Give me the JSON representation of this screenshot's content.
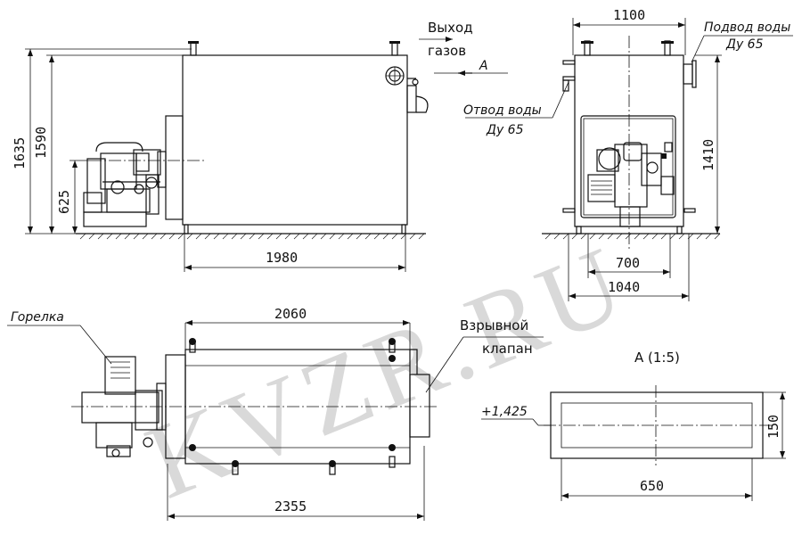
{
  "watermark": "KVZR.RU",
  "labels": {
    "gas_outlet_line1": "Выход",
    "gas_outlet_line2": "газов",
    "section_mark": "A",
    "water_inlet_line1": "Подвод воды",
    "water_inlet_line2": "Ду 65",
    "water_outlet_line1": "Отвод воды",
    "water_outlet_line2": "Ду 65",
    "burner": "Горелка",
    "explosion_valve_line1": "Взрывной",
    "explosion_valve_line2": "клапан",
    "view_a_title": "A  (1:5)"
  },
  "dimensions": {
    "front_total_height": "1635",
    "front_body_height": "1590",
    "front_burner_axis_height": "625",
    "front_body_length": "1980",
    "side_top_width": "1100",
    "side_height": "1410",
    "side_base_width": "700",
    "side_total_width": "1040",
    "plan_body_length": "2060",
    "plan_total_length": "2355",
    "view_a_elevation": "+1,425",
    "view_a_height": "150",
    "view_a_width": "650"
  }
}
